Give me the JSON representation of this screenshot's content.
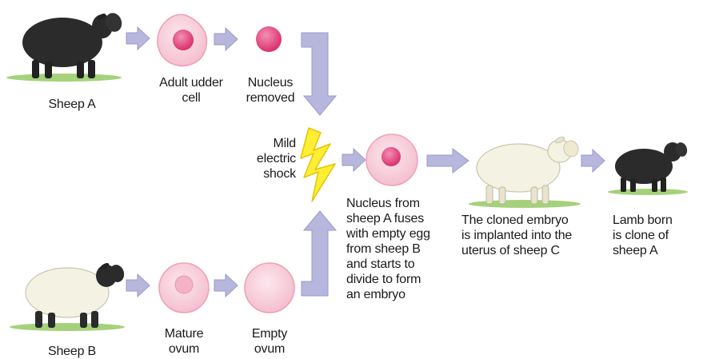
{
  "colors": {
    "arrow": "#b7b7dd",
    "arrow_edge": "#9a9acb",
    "cell_fill": "#f6c9d6",
    "cell_edge": "#ee9fb6",
    "nucleus": "#e0457d",
    "nucleus_mature": "#f3b2c6",
    "bolt": "#ffee33",
    "bolt_edge": "#e6c400",
    "grass": "#95c964",
    "black_sheep": "#2b2b2b",
    "white_sheep": "#f4f2e2"
  },
  "labels": {
    "sheep_a": "Sheep A",
    "adult_udder_cell": "Adult udder\ncell",
    "nucleus_removed": "Nucleus\nremoved",
    "mild_electric_shock": "Mild\nelectric\nshock",
    "nucleus_fuses": "Nucleus from\nsheep A fuses\nwith empty egg\nfrom sheep B\nand starts to\ndivide to form\nan embryo",
    "cloned_embryo": "The cloned embryo\nis implanted into the\nuterus of sheep C",
    "lamb_born": "Lamb born\nis clone of\nsheep A",
    "sheep_b": "Sheep B",
    "mature_ovum": "Mature\novum",
    "empty_ovum": "Empty\novum"
  }
}
